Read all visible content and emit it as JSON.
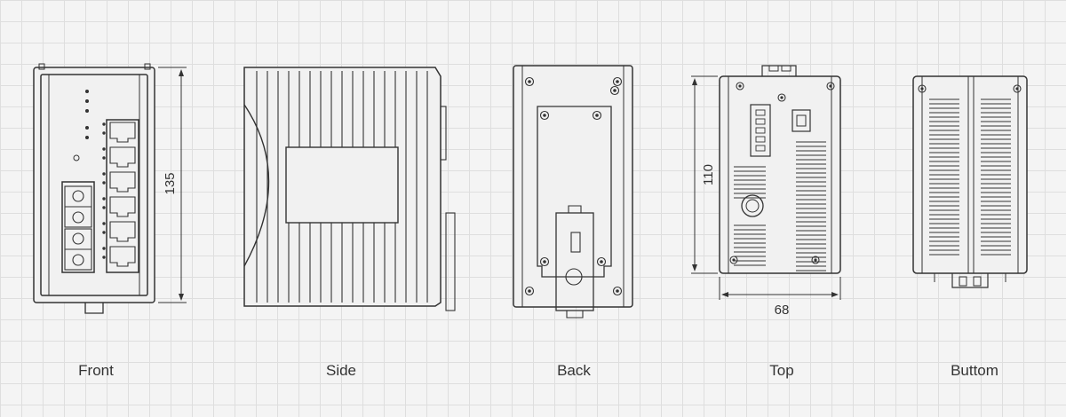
{
  "views": [
    {
      "id": "front",
      "label": "Front"
    },
    {
      "id": "side",
      "label": "Side"
    },
    {
      "id": "back",
      "label": "Back"
    },
    {
      "id": "top",
      "label": "Top"
    },
    {
      "id": "bottom",
      "label": "Buttom"
    }
  ],
  "dimensions": {
    "height": "135",
    "depth": "110",
    "width": "68"
  },
  "colors": {
    "background": "#f4f4f4",
    "grid": "#dedede",
    "line": "#333333",
    "fill_light": "#eeeeee"
  }
}
